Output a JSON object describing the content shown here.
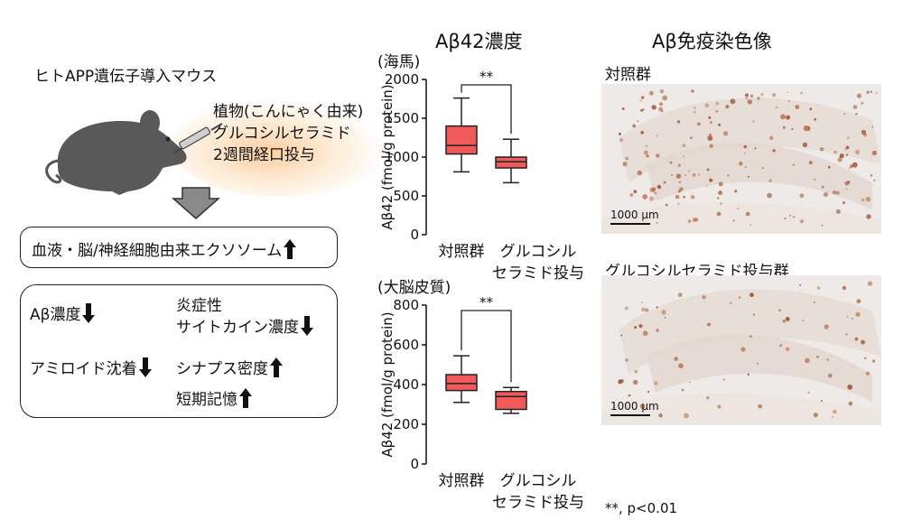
{
  "left_panel": {
    "mouse_title": "ヒトAPP遺伝子導入マウス",
    "treatment_lines": [
      "植物(こんにゃく由来)",
      "グルコシルセラミド",
      "2週間経口投与"
    ],
    "outcome_exosome": "血液・脳/神経細胞由来エクソソーム",
    "outcome_items": [
      {
        "text": "Aβ濃度",
        "direction": "down"
      },
      {
        "text": "炎症性",
        "direction": null
      },
      {
        "text": "サイトカイン濃度",
        "direction": "down"
      },
      {
        "text": "アミロイド沈着",
        "direction": "down"
      },
      {
        "text": "シナプス密度",
        "direction": "up"
      },
      {
        "text": "短期記憶",
        "direction": "up"
      }
    ]
  },
  "charts_title": "Aβ42濃度",
  "significance_note": "**, p<0.01",
  "chart_data": [
    {
      "type": "box",
      "region_label": "(海馬)",
      "ylabel": "Aβ42 (fmol/g protein)",
      "ylim": [
        0,
        2000
      ],
      "yticks": [
        0,
        500,
        1000,
        1500,
        2000
      ],
      "categories": [
        "対照群",
        "グルコシル|セラミド投与"
      ],
      "series": [
        {
          "min": 810,
          "q1": 1040,
          "median": 1150,
          "q3": 1400,
          "max": 1760,
          "color": "#f05a5a"
        },
        {
          "min": 670,
          "q1": 860,
          "median": 940,
          "q3": 1000,
          "max": 1230,
          "color": "#f05a5a"
        }
      ],
      "significance": "**"
    },
    {
      "type": "box",
      "region_label": "(大脳皮質)",
      "ylabel": "Aβ42 (fmol/g protein)",
      "ylim": [
        0,
        800
      ],
      "yticks": [
        0,
        200,
        400,
        600,
        800
      ],
      "categories": [
        "対照群",
        "グルコシル|セラミド投与"
      ],
      "series": [
        {
          "min": 310,
          "q1": 370,
          "median": 405,
          "q3": 450,
          "max": 545,
          "color": "#f05a5a"
        },
        {
          "min": 255,
          "q1": 275,
          "median": 340,
          "q3": 365,
          "max": 385,
          "color": "#f05a5a"
        }
      ],
      "significance": "**"
    }
  ],
  "images": {
    "title": "Aβ免疫染色像",
    "control_label": "対照群",
    "treated_label": "グルコシルセラミド投与群",
    "scale_label": "1000 μm"
  }
}
